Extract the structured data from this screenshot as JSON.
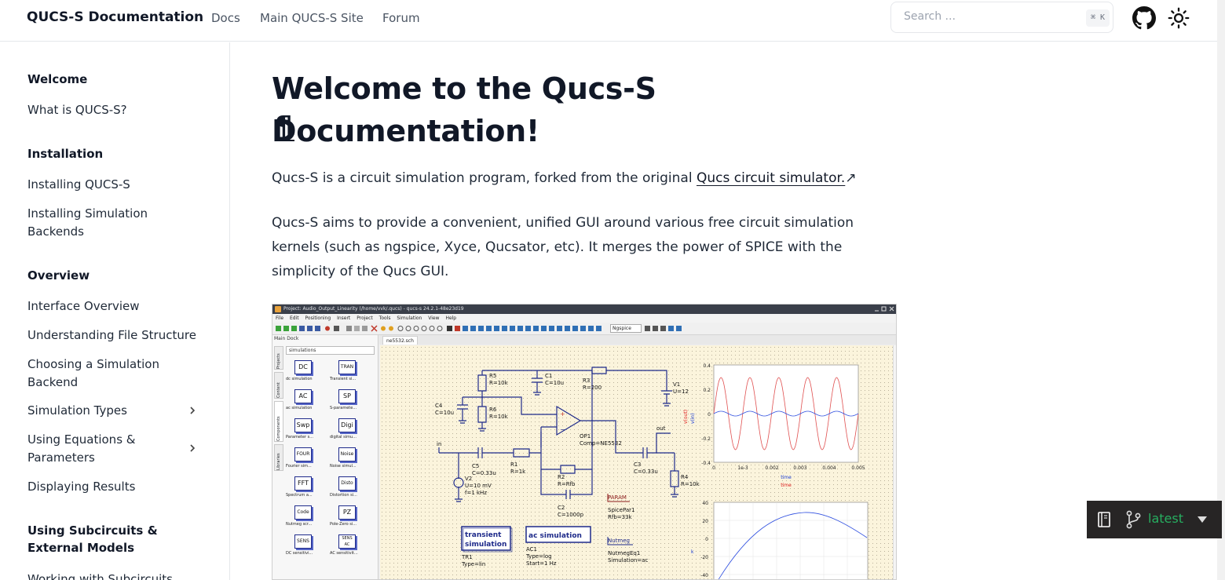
{
  "header": {
    "brand": "QUCS-S Documentation",
    "nav": [
      "Docs",
      "Main QUCS-S Site",
      "Forum"
    ],
    "search_placeholder": "Search ...",
    "search_shortcut": "⌘ K"
  },
  "sidebar": {
    "sections": [
      {
        "title": "Welcome",
        "items": [
          {
            "label": "What is QUCS-S?"
          }
        ]
      },
      {
        "title": "Installation",
        "items": [
          {
            "label": "Installing QUCS-S"
          },
          {
            "label": "Installing Simulation Backends"
          }
        ]
      },
      {
        "title": "Overview",
        "items": [
          {
            "label": "Interface Overview"
          },
          {
            "label": "Understanding File Structure"
          },
          {
            "label": "Choosing a Simulation Backend"
          },
          {
            "label": "Simulation Types"
          },
          {
            "label": "Using Equations & Parameters"
          },
          {
            "label": "Displaying Results"
          }
        ]
      },
      {
        "title": "Using Subcircuits & External Models",
        "items": [
          {
            "label": "Working with Subcircuits"
          }
        ]
      }
    ]
  },
  "main": {
    "title": "Welcome to the Qucs-S Documentation!",
    "anchor": "¶",
    "p1_text": "Qucs-S is a circuit simulation program, forked from the original ",
    "p1_link": "Qucs circuit simulator.",
    "p1_link_arrow": "↗",
    "p2": "Qucs-S aims to provide a convenient, unified GUI around various free circuit simulation kernels (such as ngspice, Xyce, Qucsator, etc). It merges the power of SPICE with the simplicity of the Qucs GUI."
  },
  "screenshot": {
    "window_title": "Project: Audio_Output_Linearity (/home/vvk/.qucs) - qucs-s 24.2.1-48e23d19",
    "menu": [
      "File",
      "Edit",
      "Positioning",
      "Insert",
      "Project",
      "Tools",
      "Simulation",
      "View",
      "Help"
    ],
    "simulator_select": "Ngspice",
    "dock_title": "Main Dock",
    "dock_tabs": [
      "Projects",
      "Content",
      "Components",
      "Libraries"
    ],
    "dock_category": "simulations",
    "components": [
      {
        "icon": "DC",
        "caption": "dc simulation"
      },
      {
        "icon": "TRAN",
        "caption": "Transient si..."
      },
      {
        "icon": "AC",
        "caption": "ac simulation"
      },
      {
        "icon": "SP",
        "caption": "S-paramete..."
      },
      {
        "icon": "Swp",
        "caption": "Parameter s..."
      },
      {
        "icon": "Digi",
        "caption": "digital simu..."
      },
      {
        "icon": "FOUR",
        "caption": "Fourier sim..."
      },
      {
        "icon": "Noise",
        "caption": "Noise simul..."
      },
      {
        "icon": "FFT",
        "caption": "Spectrum a..."
      },
      {
        "icon": "Disto",
        "caption": "Distortion si..."
      },
      {
        "icon": "Code",
        "caption": "Nutmeg scr..."
      },
      {
        "icon": "PZ",
        "caption": "Pole-Zero si..."
      },
      {
        "icon": "SENS",
        "caption": "DC sensitivi..."
      },
      {
        "icon": "SENS AC",
        "caption": "AC sensitivit..."
      }
    ],
    "doc_tab": "ne5532.sch",
    "schematic_labels": {
      "r5": "R5",
      "r5v": "R=10k",
      "c1": "C1",
      "c1v": "C=10u",
      "r3": "R3",
      "r3v": "R=200",
      "v1": "V1",
      "v1v": "U=12",
      "c4": "C4",
      "c4v": "C=10u",
      "r6": "R6",
      "r6v": "R=10k",
      "op1": "OP1",
      "op1v": "Comp=NE5532",
      "out": "out",
      "in": "in",
      "c5": "C5",
      "c5v": "C=0.33u",
      "r1": "R1",
      "r1v": "R=1k",
      "v2": "V2",
      "v2v1": "U=10 mV",
      "v2v2": "f=1 kHz",
      "r2": "R2",
      "r2v": "R=Rfb",
      "c3": "C3",
      "c3v": "C=0.33u",
      "r4": "R4",
      "r4v": "R=10k",
      "c2": "C2",
      "c2v": "C=1000p",
      "param": "PARAM",
      "spicepar": "SpicePar1",
      "rfb": "Rfb=33k",
      "transient": "transient simulation",
      "acsim": "ac simulation",
      "ac1": "AC1",
      "ac1t": "Type=log",
      "ac1s": "Start=1 Hz",
      "tr1": "TR1",
      "tr1t": "Type=lin",
      "nutmeg": "Nutmeg",
      "nutmegeq": "NutmegEq1",
      "nutmegsim": "Simulation=ac"
    },
    "plot1": {
      "ylabels": [
        "0.4",
        "0.2",
        "0",
        "-0.2",
        "-0.4"
      ],
      "xlabels": [
        "0",
        "1e-3",
        "0.002",
        "0.003",
        "0.004",
        "0.005"
      ],
      "xaxis": [
        "time",
        "time"
      ],
      "yaxis": [
        "v(out)",
        "v(in)"
      ]
    },
    "plot2": {
      "ylabels": [
        "40",
        "20",
        "0",
        "-20",
        "-40"
      ],
      "yaxis": "k"
    }
  },
  "version": {
    "label": "latest"
  }
}
